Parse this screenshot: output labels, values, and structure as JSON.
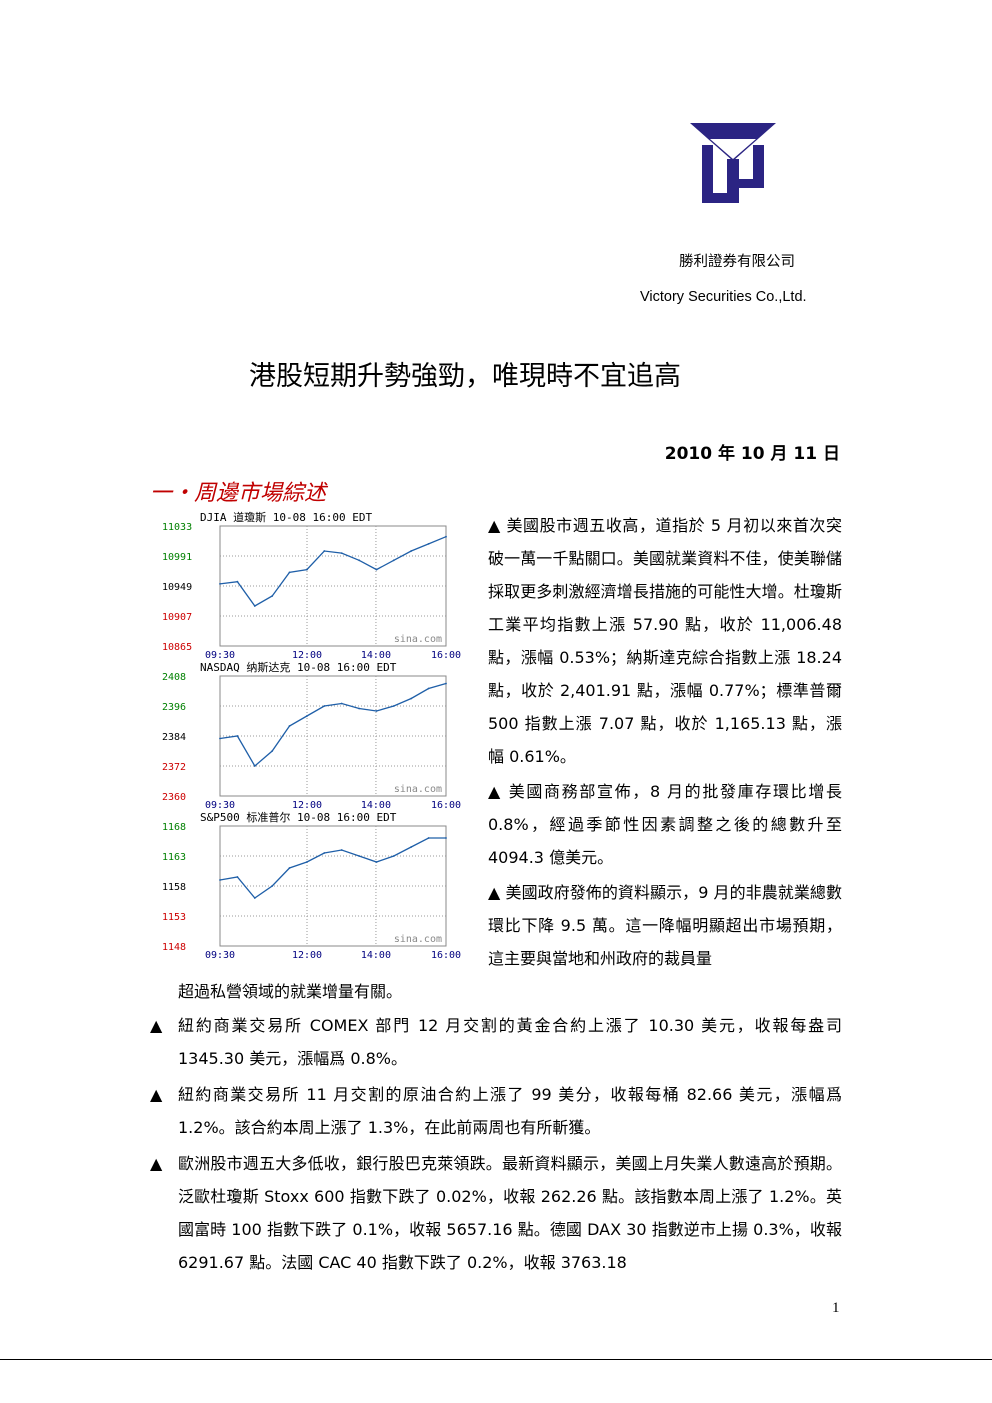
{
  "header": {
    "company_cn": "勝利證券有限公司",
    "company_en": "Victory Securities Co.,Ltd.",
    "logo_color": "#2b2483"
  },
  "title": "港股短期升勢強勁，唯現時不宜追高",
  "date": "2010 年 10 月 11 日",
  "section_heading": "一・周邊市場綜述",
  "charts": [
    {
      "header": "DJIA   道瓊斯   10-08 16:00 EDT",
      "watermark": "sina.com",
      "y_ticks": [
        "11033",
        "10991",
        "10949",
        "10907",
        "10865"
      ],
      "x_ticks": [
        "09:30",
        "12:00",
        "14:00",
        "16:00"
      ]
    },
    {
      "header": "NASDAQ  纳斯达克  10-08 16:00 EDT",
      "watermark": "sina.com",
      "y_ticks": [
        "2408",
        "2396",
        "2384",
        "2372",
        "2360"
      ],
      "x_ticks": [
        "09:30",
        "12:00",
        "14:00",
        "16:00"
      ]
    },
    {
      "header": "S&P500  标准普尔  10-08 16:00 EDT",
      "watermark": "sina.com",
      "y_ticks": [
        "1168",
        "1163",
        "1158",
        "1153",
        "1148"
      ],
      "x_ticks": [
        "09:30",
        "12:00",
        "14:00",
        "16:00"
      ]
    }
  ],
  "chart_data": [
    {
      "type": "line",
      "title": "DJIA 道瓊斯 10-08 16:00 EDT",
      "ylim": [
        10865,
        11033
      ],
      "x": [
        "09:30",
        "10:00",
        "10:30",
        "11:00",
        "11:30",
        "12:00",
        "12:30",
        "13:00",
        "13:30",
        "14:00",
        "14:30",
        "15:00",
        "15:30",
        "16:00"
      ],
      "series": [
        {
          "values": [
            10952,
            10955,
            10921,
            10935,
            10968,
            10972,
            10998,
            10995,
            10985,
            10972,
            10985,
            10998,
            11008,
            11018
          ]
        }
      ]
    },
    {
      "type": "line",
      "title": "NASDAQ 纳斯达克 10-08 16:00 EDT",
      "ylim": [
        2360,
        2408
      ],
      "x": [
        "09:30",
        "10:00",
        "10:30",
        "11:00",
        "11:30",
        "12:00",
        "12:30",
        "13:00",
        "13:30",
        "14:00",
        "14:30",
        "15:00",
        "15:30",
        "16:00"
      ],
      "series": [
        {
          "values": [
            2383,
            2384,
            2372,
            2378,
            2388,
            2392,
            2396,
            2397,
            2395,
            2394,
            2396,
            2399,
            2403,
            2405
          ]
        }
      ]
    },
    {
      "type": "line",
      "title": "S&P500 标准普尔 10-08 16:00 EDT",
      "ylim": [
        1148,
        1168
      ],
      "x": [
        "09:30",
        "10:00",
        "10:30",
        "11:00",
        "11:30",
        "12:00",
        "12:30",
        "13:00",
        "13:30",
        "14:00",
        "14:30",
        "15:00",
        "15:30",
        "16:00"
      ],
      "series": [
        {
          "values": [
            1159,
            1159.5,
            1156,
            1158,
            1161,
            1162,
            1163.5,
            1164,
            1163,
            1162,
            1163,
            1164.5,
            1166,
            1166
          ]
        }
      ]
    }
  ],
  "paragraphs_right": [
    "▲ 美國股市週五收高，道指於 5 月初以來首次突破一萬一千點關口。美國就業資料不佳，使美聯儲採取更多刺激經濟增長措施的可能性大增。杜瓊斯工業平均指數上漲 57.90 點，收於 11,006.48 點，漲幅 0.53%；納斯達克綜合指數上漲 18.24 點，收於 2,401.91 點，漲幅 0.77%；標準普爾 500 指數上漲 7.07 點，收於 1,165.13 點，漲幅 0.61%。",
    "▲ 美國商務部宣佈，8 月的批發庫存環比增長 0.8%，經過季節性因素調整之後的總數升至 4094.3 億美元。",
    "▲ 美國政府發佈的資料顯示，9 月的非農就業總數環比下降 9.5 萬。這一降幅明顯超出市場預期，這主要與當地和州政府的裁員量"
  ],
  "paragraph_continuation": "超過私營領域的就業增量有關。",
  "bullets": [
    {
      "mark": "▲",
      "text": "紐約商業交易所 COMEX 部門 12 月交割的黃金合約上漲了 10.30 美元，收報每盎司 1345.30 美元，漲幅爲 0.8%。"
    },
    {
      "mark": "▲",
      "text": "紐約商業交易所 11 月交割的原油合約上漲了 99 美分，收報每桶 82.66 美元，漲幅爲 1.2%。該合約本周上漲了 1.3%，在此前兩周也有所斬獲。"
    },
    {
      "mark": "▲",
      "text": "歐洲股市週五大多低收，銀行股巴克萊領跌。最新資料顯示，美國上月失業人數遠高於預期。泛歐杜瓊斯 Stoxx 600 指數下跌了 0.02%，收報 262.26 點。該指數本周上漲了 1.2%。英國富時 100 指數下跌了 0.1%，收報 5657.16 點。德國 DAX 30 指數逆市上揚 0.3%，收報 6291.67 點。法國 CAC 40 指數下跌了 0.2%，收報 3763.18"
    }
  ],
  "page_number": "1"
}
